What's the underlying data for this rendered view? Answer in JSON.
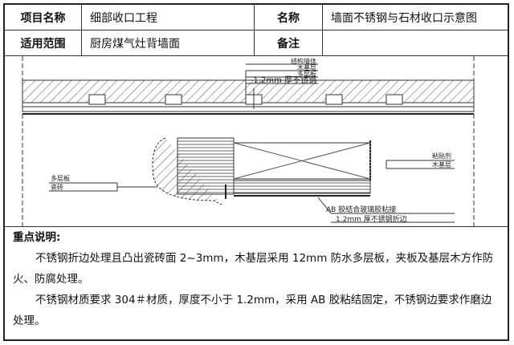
{
  "header": {
    "project_name_label": "项目名称",
    "project_name": "细部收口工程",
    "name_label": "名称",
    "name": "墙面不锈钢与石材收口示意图",
    "scope_label": "适用范围",
    "scope": "厨房煤气灶背墙面",
    "remark_label": "备注",
    "remark": ""
  },
  "diagram": {
    "top_labels": [
      "结构墙体",
      "木基层",
      "多层板",
      "1.2mm 厚不锈钢"
    ],
    "right_labels": [
      "粘贴剂",
      "木基层"
    ],
    "bottom_labels": [
      "AB 胶结合玻璃胶粘接",
      "1.2mm 厚不锈钢折边"
    ],
    "left_labels": [
      "多层板",
      "瓷砖"
    ]
  },
  "notes": {
    "title": "重点说明:",
    "p1": "不锈钢折边处理且凸出瓷砖面 2~3mm，木基层采用 12mm 防水多层板，夹板及基层木方作防火、防腐处理。",
    "p2": "不锈钢材质要求 304＃材质，厚度不小于 1.2mm，采用 AB 胶粘结固定，不锈钢边要求作磨边处理。"
  }
}
